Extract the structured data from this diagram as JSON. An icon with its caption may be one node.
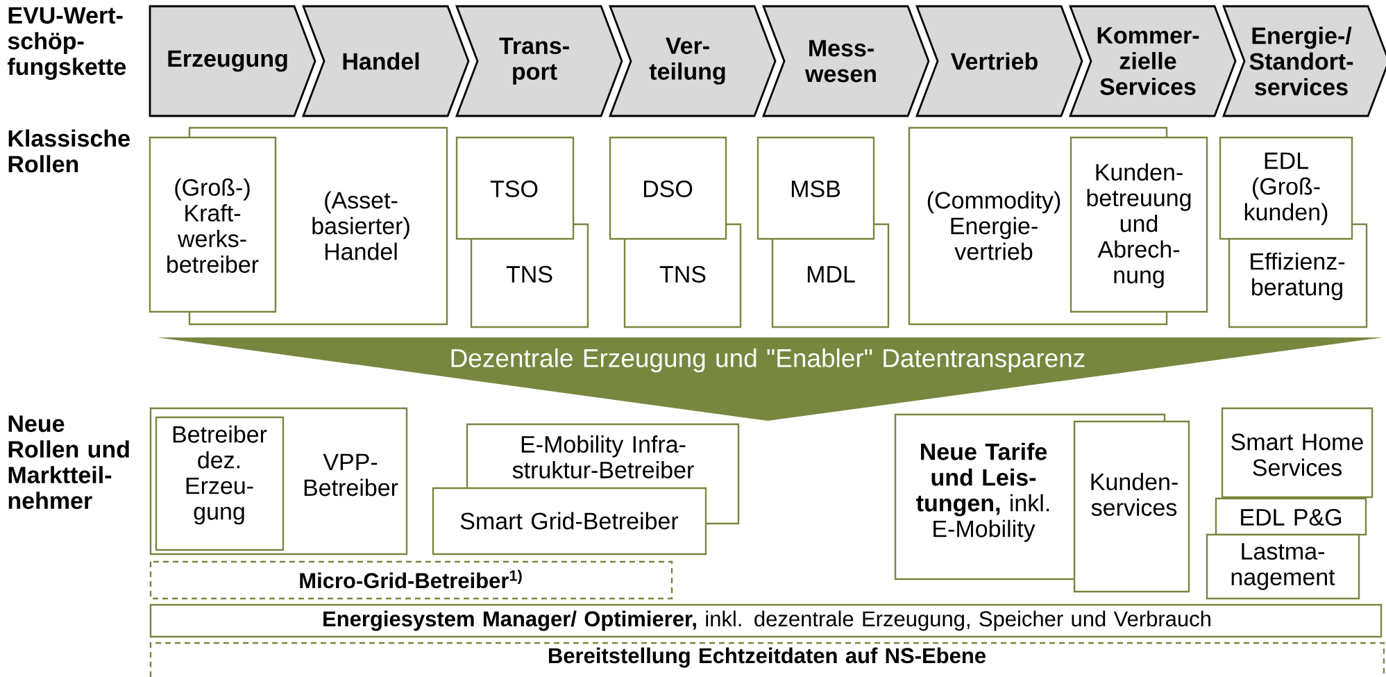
{
  "diagram": {
    "nodes": [
      {
        "text": [
          "Erzeugung"
        ]
      },
      {
        "text": [
          "Handel"
        ]
      },
      {
        "text": [
          "Trans- port"
        ]
      },
      {
        "text": [
          "Ver- teilung"
        ]
      },
      {
        "text": [
          "Mess- wesen"
        ]
      },
      {
        "text": [
          "Vertrieb"
        ]
      },
      {
        "text": [
          "Kommer- zielle Services"
        ]
      },
      {
        "text": [
          "Energie-/ Standort- services"
        ]
      },
      {
        "text": [
          "(Groß-) Kraft- werks- betreiber"
        ]
      },
      {
        "text": [
          "(Asset- basierter) Handel"
        ]
      },
      {
        "text": [
          "TSO"
        ]
      },
      {
        "text": [
          "TNS"
        ]
      },
      {
        "text": [
          "DSO"
        ]
      },
      {
        "text": [
          "TNS"
        ]
      },
      {
        "text": [
          "MSB"
        ]
      },
      {
        "text": [
          "MDL"
        ]
      },
      {
        "text": [
          "(Commodity) Energie- vertrieb"
        ]
      },
      {
        "text": [
          "Kunden- betreuung und Abrech- nung"
        ]
      },
      {
        "text": [
          "EDL (Groß- kunden)"
        ]
      },
      {
        "text": [
          "Effizienz- beratung"
        ]
      },
      {
        "text": [
          "Dezentrale Erzeugung und \"Enabler\" Datentransparenz"
        ]
      },
      {
        "text": [
          "VPP- Betreiber"
        ]
      },
      {
        "text": [
          "Betreiber dez. Erzeu- gung"
        ],
        "in": 21
      },
      {
        "text": [
          "E-Mobility Infra- struktur-Betreiber"
        ]
      },
      {
        "text": [
          "Smart Grid-Betreiber"
        ]
      },
      {
        "text": [
          "**Neue Tarife und Leis- tungen,** inkl. E-Mobility"
        ]
      },
      {
        "text": [
          "Kunden- services"
        ]
      },
      {
        "text": [
          "Smart Home Services"
        ]
      },
      {
        "text": [
          "EDL P&G"
        ]
      },
      {
        "text": [
          "Lastma- nagement"
        ]
      },
      {
        "text": [
          "Micro-Grid-Betreiber$^{1)}$"
        ]
      },
      {
        "text": [
          "**Energiesystem Manager/ Optimierer,** inkl. dezentrale Erzeugung, Speicher und Verbrauch"
        ]
      },
      {
        "text": [
          "Bereitstellung Echtzeitdaten auf NS-Ebene"
        ]
      }
    ],
    "labels": [
      "EVU-Wert- schöp- fungskette",
      "Klassische Rollen",
      "Neue Rollen und Marktteil- nehmer"
    ]
  }
}
